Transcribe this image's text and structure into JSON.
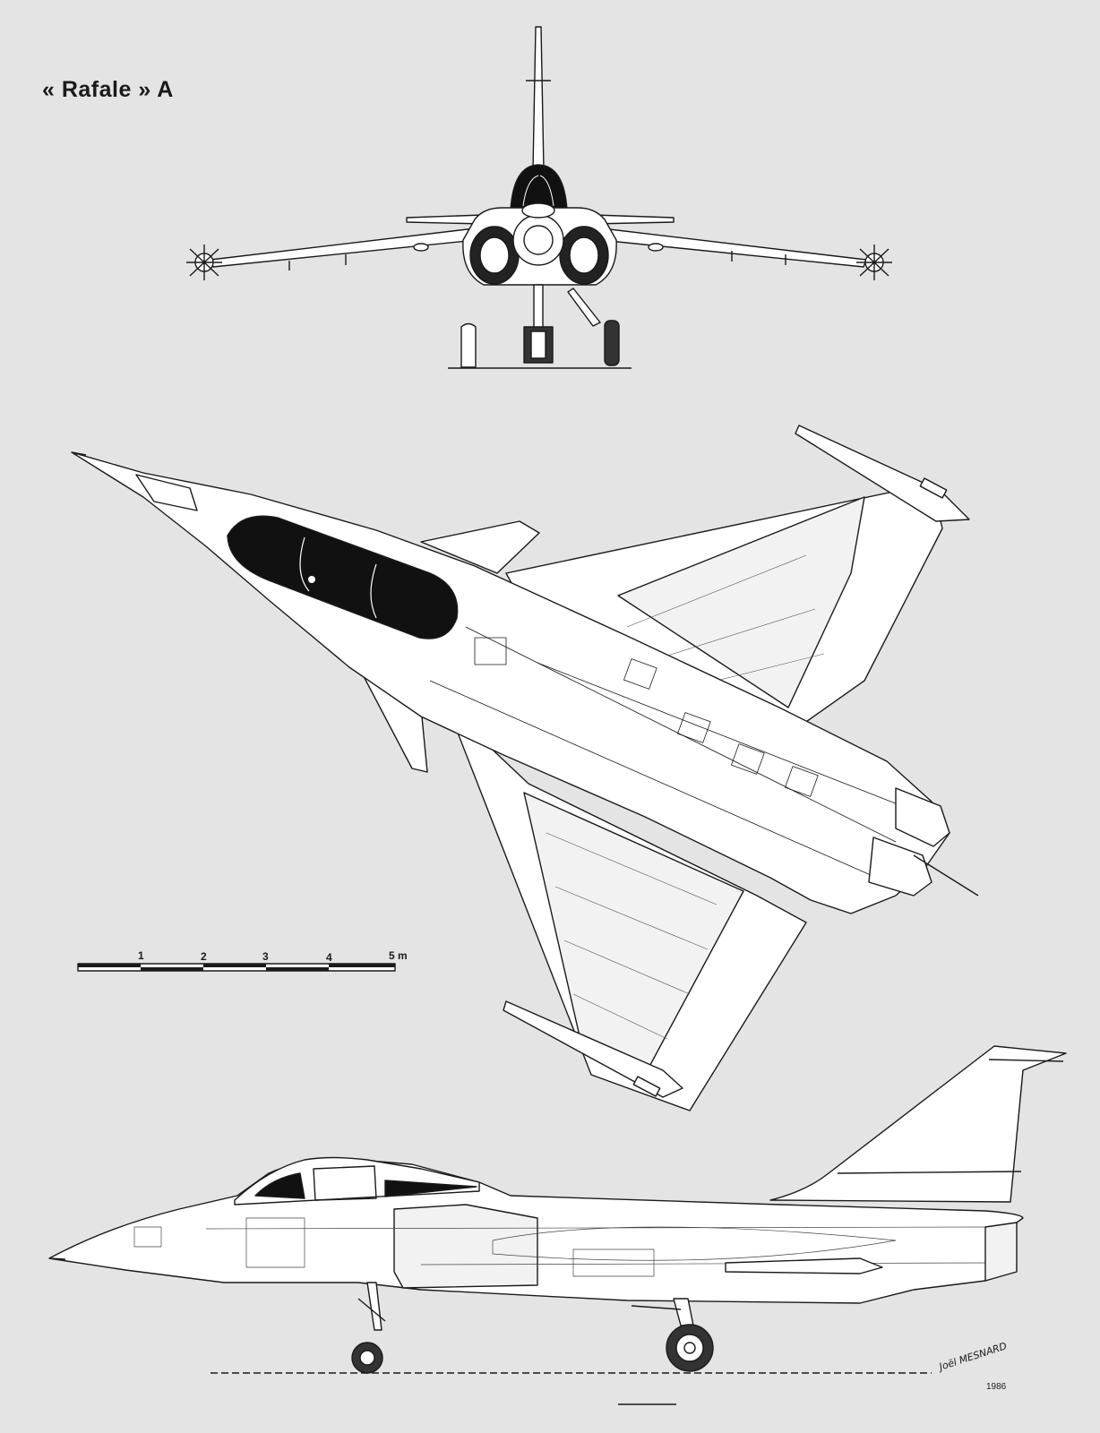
{
  "title": "« Rafale » A",
  "scale_bar": {
    "ticks": [
      "1",
      "2",
      "3",
      "4",
      "5 m"
    ]
  },
  "signature": "Joël MESNARD",
  "year": "1986",
  "views": [
    "front-view",
    "top-view",
    "side-view"
  ],
  "colors": {
    "background": "#e4e4e4",
    "line": "#1a1a1a",
    "fill": "#ffffff",
    "canopy": "#111111"
  }
}
